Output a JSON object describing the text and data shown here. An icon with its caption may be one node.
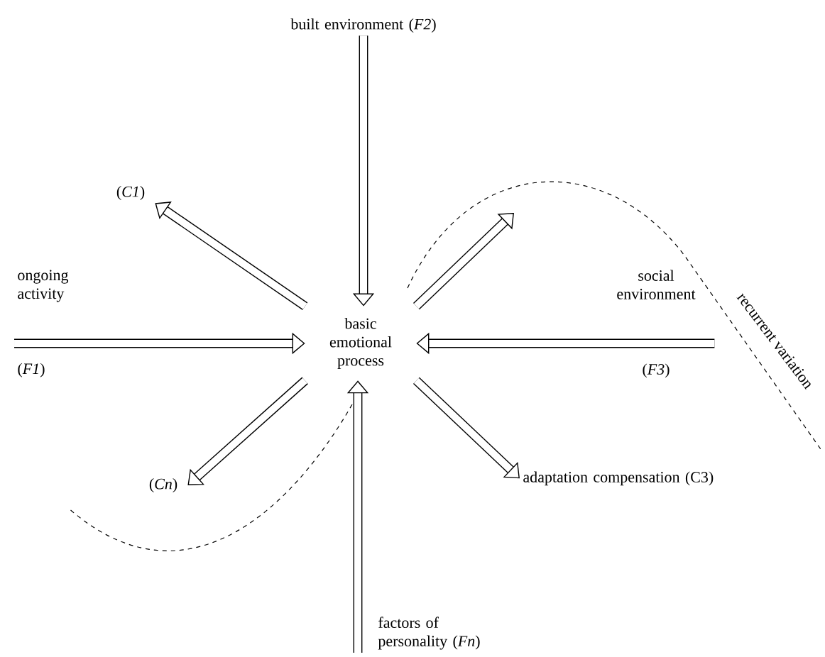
{
  "diagram": {
    "nodes": [
      {
        "text": [
          "basic emotional process"
        ]
      },
      {
        "text": [
          "built environment (*F2*)"
        ]
      },
      {
        "text": [
          "ongoing activity",
          "(*F1*)"
        ]
      },
      {
        "text": [
          "social environment",
          "(*F3*)"
        ]
      },
      {
        "text": [
          "factors of personality (*Fn*)"
        ]
      },
      {
        "text": [
          "(*C1*)"
        ]
      },
      {
        "text": [
          "(*Cn*)"
        ]
      },
      {
        "text": [
          "adaptation compensation (C3)"
        ]
      }
    ],
    "edges": [
      {
        "from": 1,
        "to": 0,
        "arrow": "to"
      },
      {
        "from": 2,
        "to": 0,
        "arrow": "to"
      },
      {
        "from": 3,
        "to": 0,
        "arrow": "to"
      },
      {
        "from": 4,
        "to": 0,
        "arrow": "to"
      },
      {
        "from": 0,
        "to": 5,
        "arrow": "to"
      },
      {
        "from": 0,
        "to": 6,
        "arrow": "to"
      },
      {
        "from": 0,
        "to": 7,
        "arrow": "to"
      },
      {
        "from": 0,
        "to": null,
        "arrow": "to"
      }
    ],
    "labels": [
      "recurrent variation"
    ]
  }
}
